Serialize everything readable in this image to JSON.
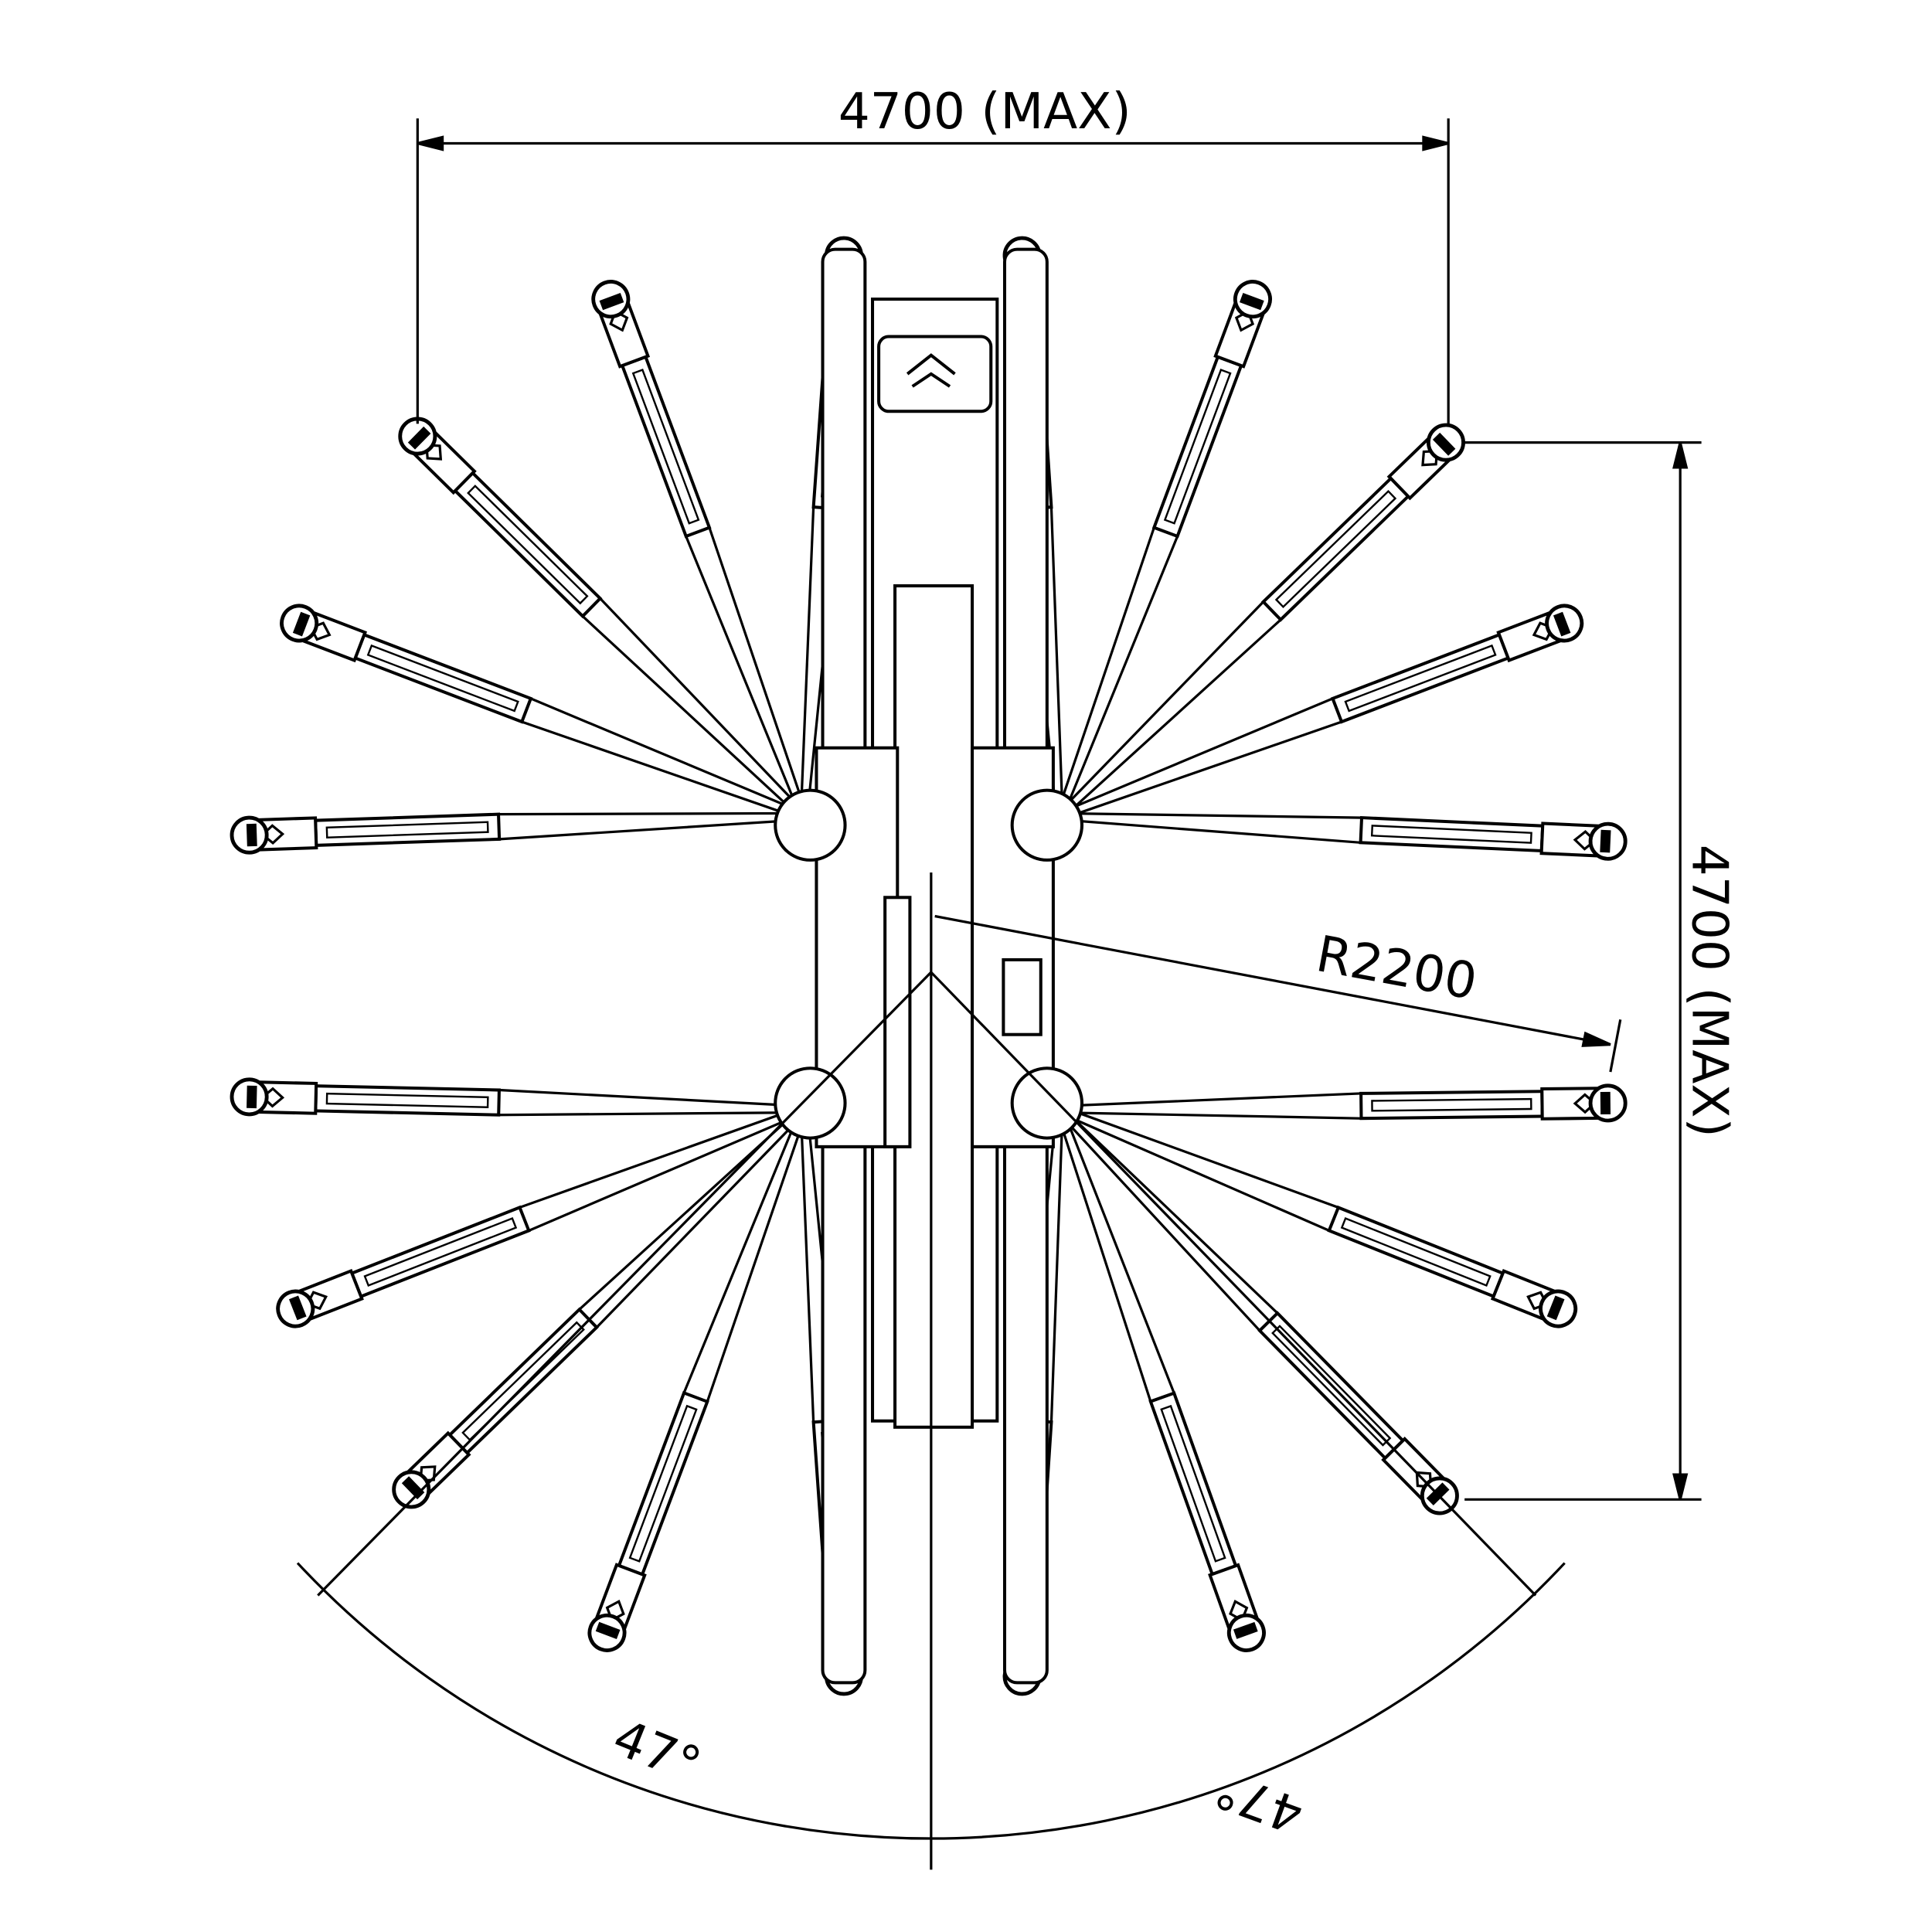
{
  "colors": {
    "line": "#000000",
    "background": "#ffffff"
  },
  "dimensions": {
    "width_label": "4700 (MAX)",
    "height_label": "4700 (MAX)",
    "radius_label": "R2200",
    "angle_left_label": "47°",
    "angle_right_label": "47°"
  }
}
